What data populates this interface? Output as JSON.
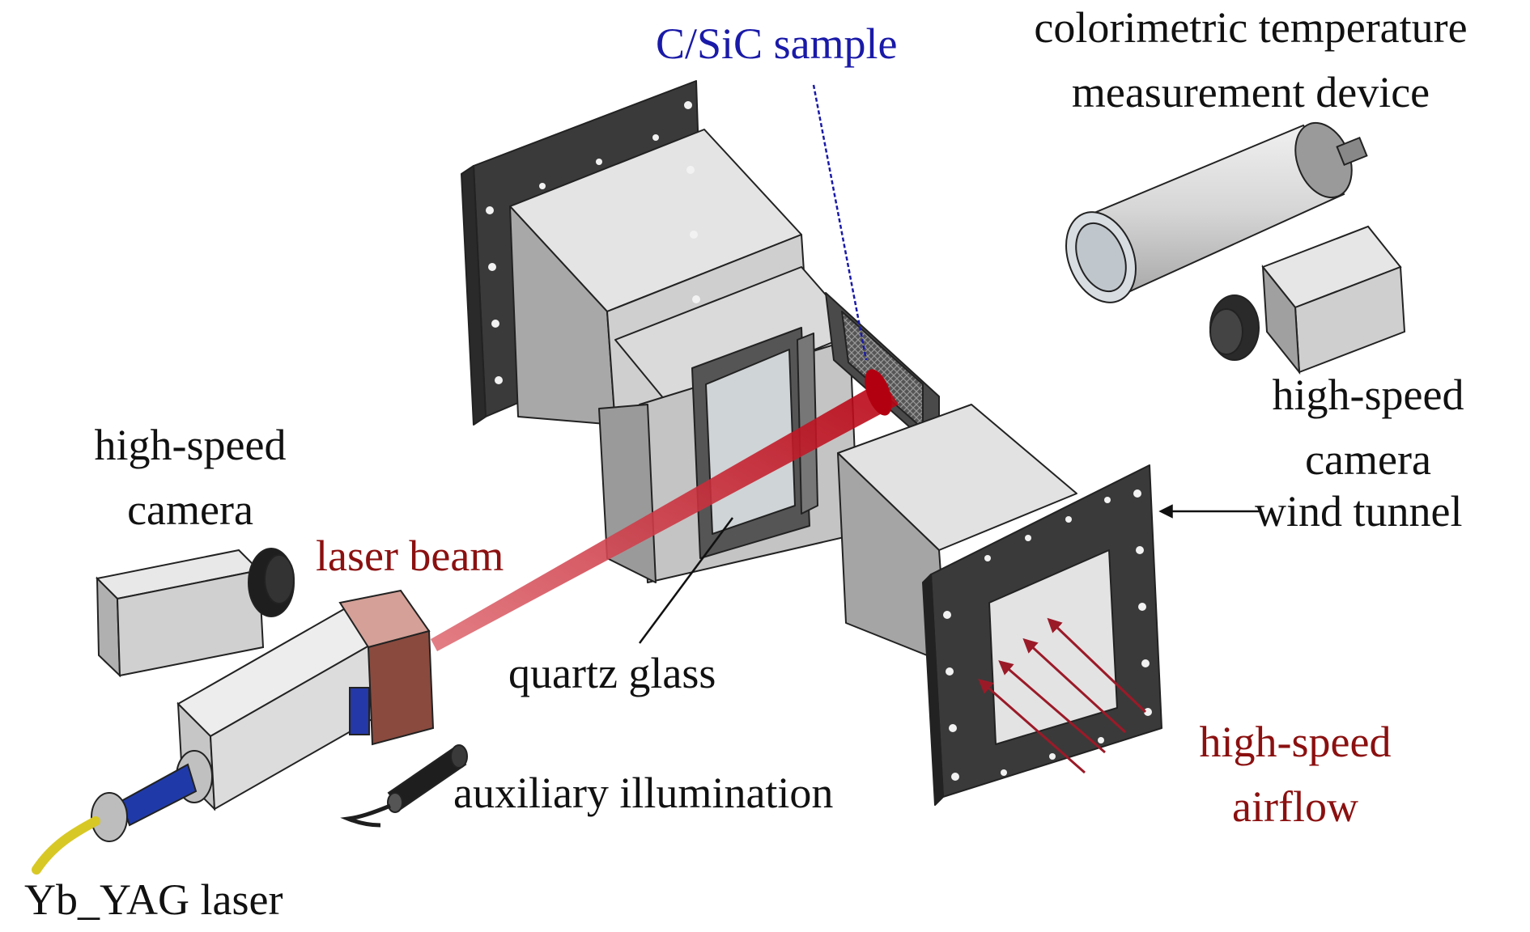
{
  "labels": {
    "sample": "C/SiC sample",
    "colorimetric_line1": "colorimetric temperature",
    "colorimetric_line2": "measurement device",
    "camera_left_line1": "high-speed",
    "camera_left_line2": "camera",
    "camera_right_line1": "high-speed",
    "camera_right_line2": "camera",
    "wind_tunnel": "wind tunnel",
    "laser_beam": "laser beam",
    "quartz_glass": "quartz glass",
    "auxiliary_illumination": "auxiliary illumination",
    "airflow_line1": "high-speed",
    "airflow_line2": "airflow",
    "laser": "Yb_YAG laser"
  },
  "colors": {
    "sample_label": "#1a1aa8",
    "red_label": "#8b1010",
    "text": "#111111",
    "beam": "#c8141e",
    "metal_light": "#e4e4e4",
    "metal_mid": "#c9c9c9",
    "metal_dark": "#909090",
    "flange": "#3a3a3a",
    "fiber_blue": "#1f3aa8",
    "fiber_yellow": "#d8c825",
    "laser_head": "#d4a097"
  }
}
